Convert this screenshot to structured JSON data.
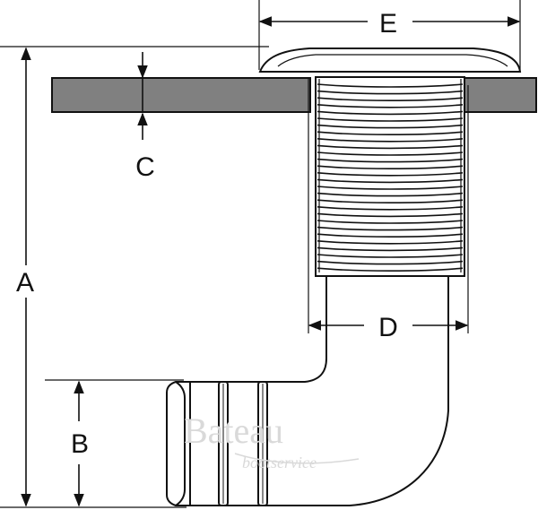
{
  "dimensions": {
    "a": "A",
    "b": "B",
    "c": "C",
    "d": "D",
    "e": "E"
  },
  "watermark": {
    "main": "Bateau",
    "sub": "bootservice"
  },
  "colors": {
    "panel": "#808080",
    "line": "#111111",
    "thread_fill": "#ffffff",
    "watermark": "#d9d9d9"
  }
}
